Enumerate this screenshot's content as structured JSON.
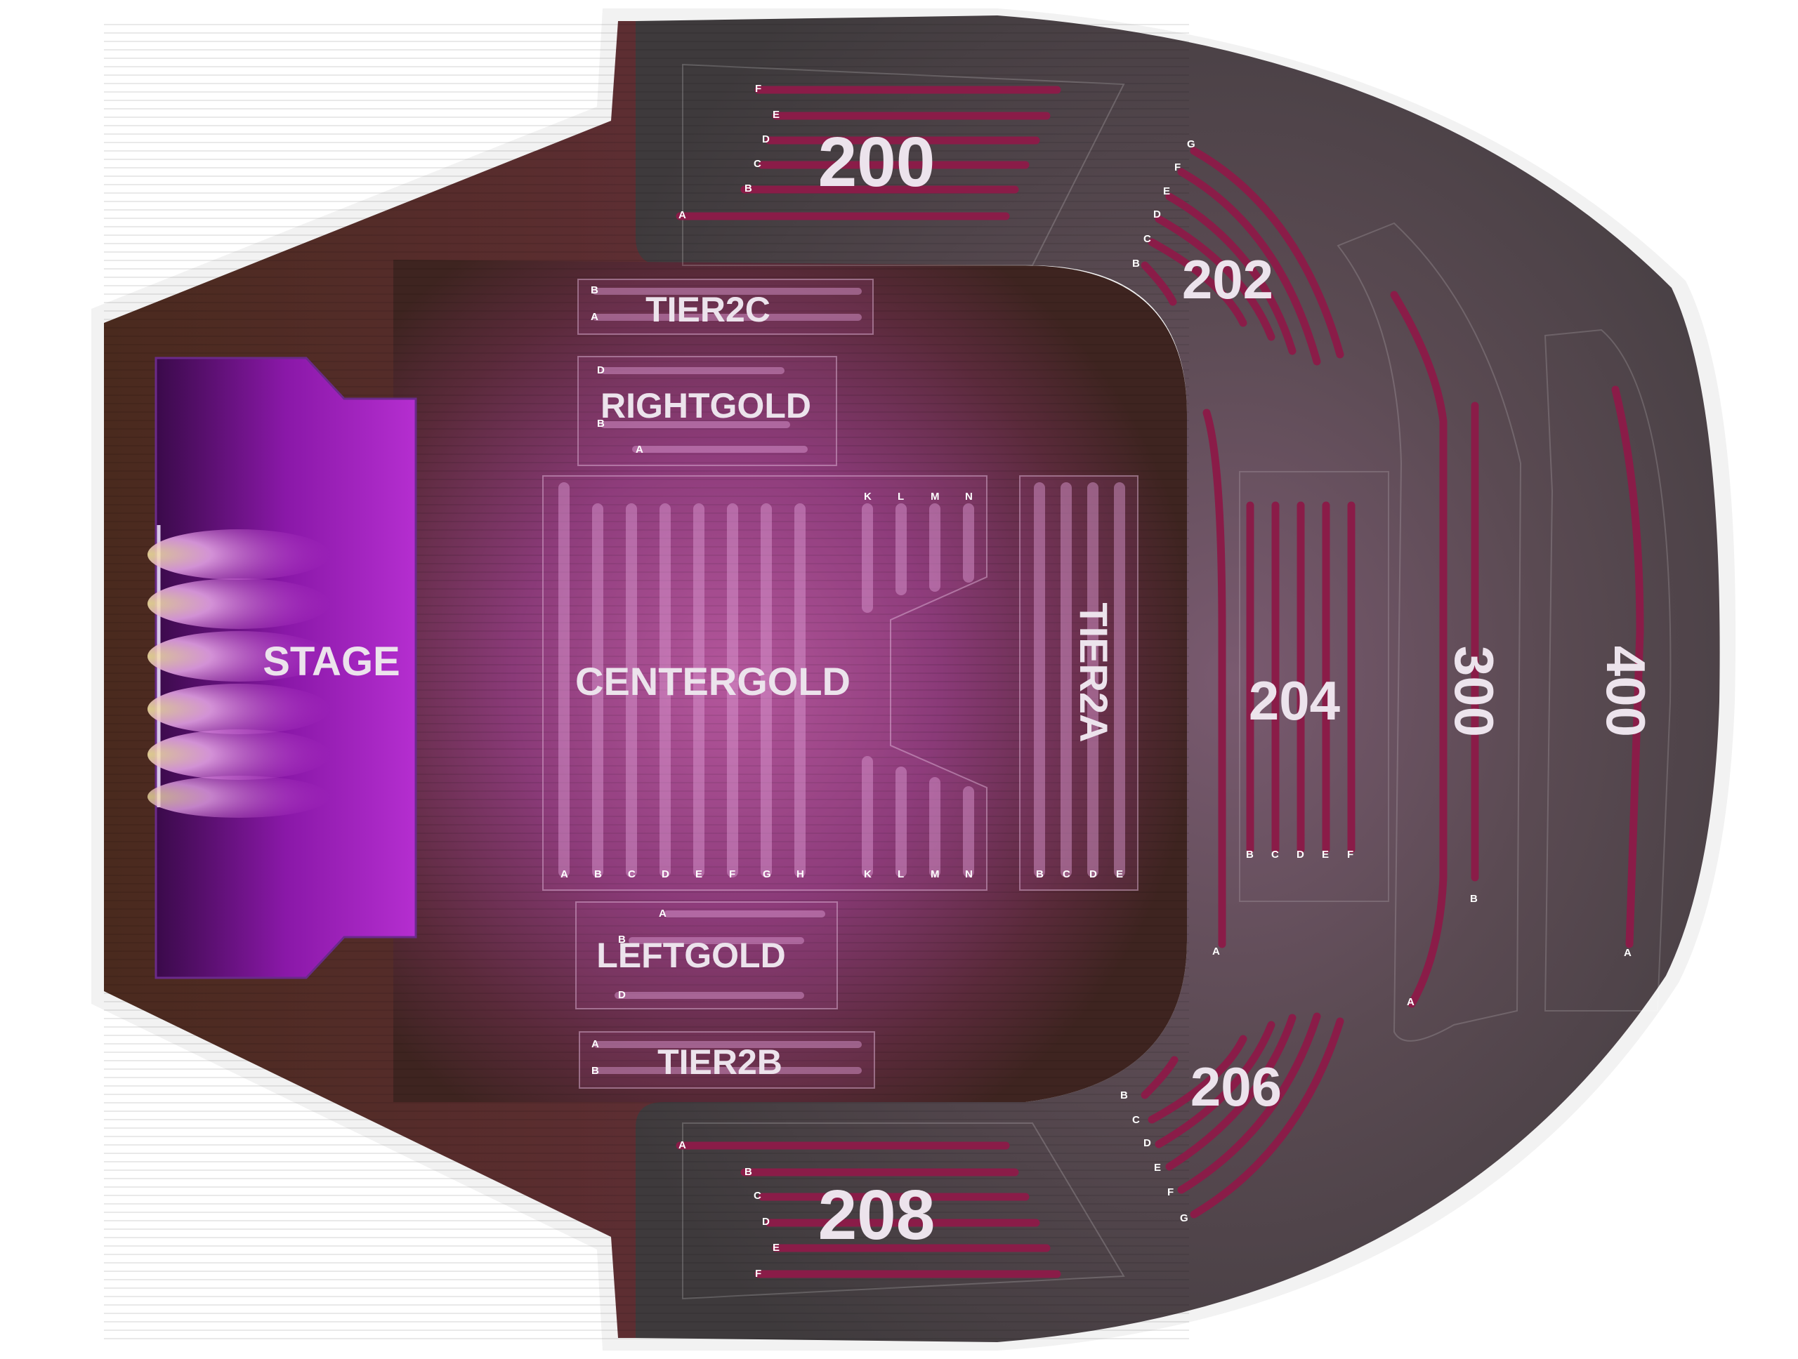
{
  "venue_map": {
    "stage_label": "STAGE",
    "floor_sections": {
      "centergold": {
        "label": "CENTERGOLD",
        "rows_left": [
          "A",
          "B",
          "C",
          "D",
          "E",
          "F",
          "G",
          "H"
        ],
        "rows_right": [
          "K",
          "L",
          "M",
          "N"
        ]
      },
      "tier2a": {
        "label": "TIER2A",
        "rows": [
          "B",
          "C",
          "D",
          "E"
        ]
      },
      "tier2b": {
        "label": "TIER2B",
        "rows": [
          "A",
          "B"
        ]
      },
      "tier2c": {
        "label": "TIER2C",
        "rows": [
          "B",
          "A"
        ]
      },
      "rightgold": {
        "label": "RIGHTGOLD",
        "rows": [
          "D",
          "B",
          "A"
        ]
      },
      "leftgold": {
        "label": "LEFTGOLD",
        "rows": [
          "A",
          "B",
          "D"
        ]
      }
    },
    "sections": {
      "s200": {
        "label": "200",
        "rows": [
          "F",
          "E",
          "D",
          "C",
          "B",
          "A"
        ]
      },
      "s202": {
        "label": "202",
        "rows": [
          "G",
          "F",
          "E",
          "D",
          "C",
          "B"
        ]
      },
      "s204": {
        "label": "204",
        "rows": [
          "B",
          "C",
          "D",
          "E",
          "F"
        ],
        "side_row": "A"
      },
      "s206": {
        "label": "206",
        "rows": [
          "B",
          "C",
          "D",
          "E",
          "F",
          "G"
        ]
      },
      "s208": {
        "label": "208",
        "rows": [
          "A",
          "B",
          "C",
          "D",
          "E",
          "F"
        ]
      },
      "s300": {
        "label": "300",
        "rows": [
          "A",
          "B"
        ]
      },
      "s400": {
        "label": "400",
        "rows": [
          "A"
        ]
      }
    }
  },
  "colors": {
    "row_bar": "#8a1c48",
    "concourse": "#4a4548",
    "stage_purple": "#9a1fb5",
    "floor_wood": "#5a2a2a",
    "label": "#ece3ec"
  }
}
